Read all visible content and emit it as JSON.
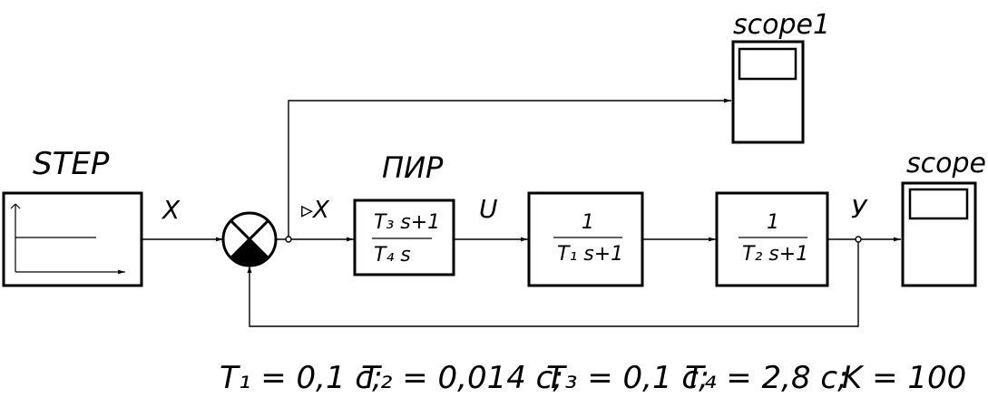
{
  "blocks": {
    "step": {
      "label": "STEP"
    },
    "pid": {
      "label": "ПИР",
      "num": "T₃ s+1",
      "den": "T₄ s"
    },
    "plant1": {
      "num": "1",
      "den": "T₁ s+1"
    },
    "plant2": {
      "num": "1",
      "den": "T₂ s+1"
    },
    "scope": {
      "label": "scope"
    },
    "scope1": {
      "label": "scope1"
    }
  },
  "signals": {
    "x": "X",
    "dx": "▹X",
    "u": "U",
    "y": "У"
  },
  "params": {
    "t1": "T₁ = 0,1 с;",
    "t2": "T₂ = 0,014 с;",
    "t3": "T₃ = 0,1 с;",
    "t4": "T₄ = 2,8 с;",
    "k": "K = 100"
  }
}
